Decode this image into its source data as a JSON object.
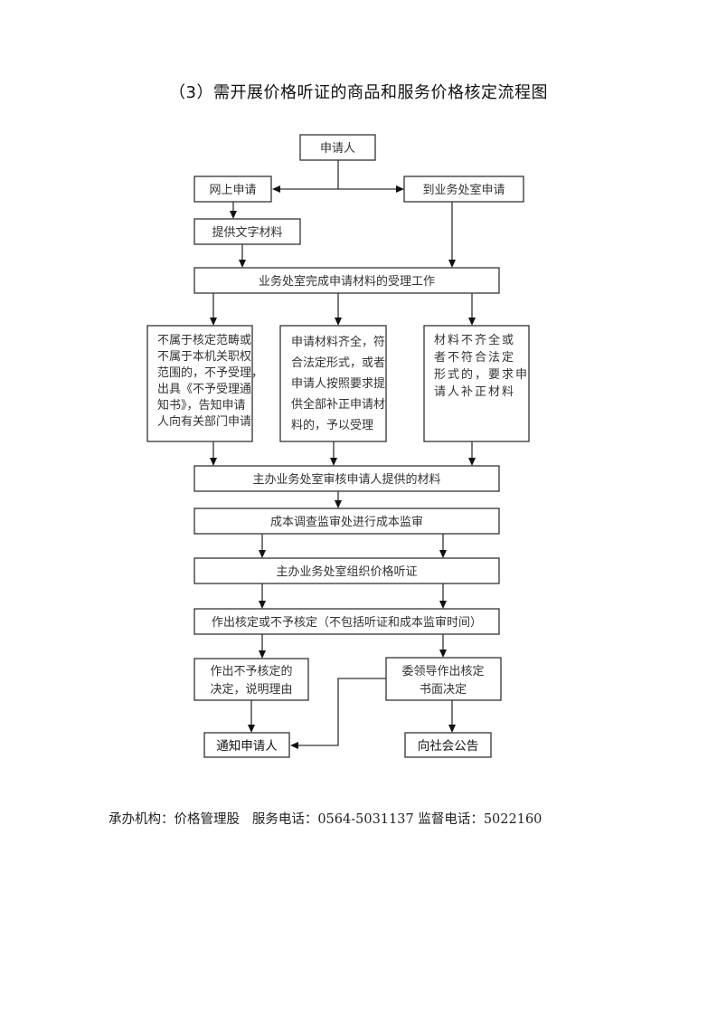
{
  "title": "（3）需开展价格听证的商品和服务价格核定流程图",
  "nodes": {
    "applicant": "申请人",
    "online_apply": "网上申请",
    "office_apply": "到业务处室申请",
    "provide_docs": "提供文字材料",
    "acceptance": "业务处室完成申请材料的受理工作",
    "reject_box": [
      "不属于核定范畴或",
      "不属于本机关职权",
      "范围的，不予受理，",
      "出具《不予受理通",
      "知书》，告知申请",
      "人向有关部门申请"
    ],
    "accept_box": [
      "申请材料齐全，符",
      "合法定形式，或者",
      "申请人按照要求提",
      "供全部补正申请材",
      "料的，予以受理"
    ],
    "supplement_box": [
      "材料不齐全或",
      "者不符合法定",
      "形式的，要求申",
      "请人补正材料"
    ],
    "review": "主办业务处室审核申请人提供的材料",
    "cost_audit": "成本调查监审处进行成本监审",
    "hearing": "主办业务处室组织价格听证",
    "decision": "作出核定或不予核定（不包括听证和成本监审时间）",
    "no_approval": [
      "作出不予核定的",
      "决定，说明理由"
    ],
    "committee": [
      "委领导作出核定",
      "书面决定"
    ],
    "notify": "通知申请人",
    "announce": "向社会公告"
  },
  "footer": {
    "org_label": "承办机构：",
    "org_value": "价格管理股",
    "service_phone_label": "服务电话：",
    "service_phone_value": "0564-5031137",
    "supervise_phone_label": "监督电话：",
    "supervise_phone_value": "5022160"
  }
}
